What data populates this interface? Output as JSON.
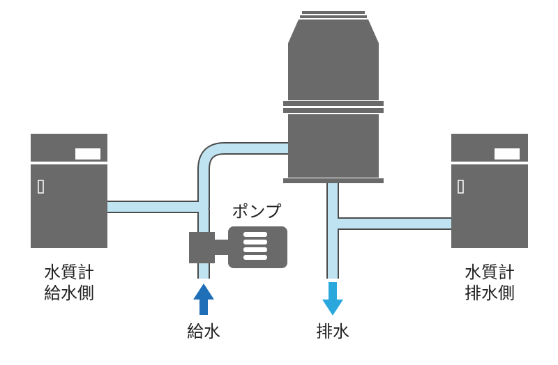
{
  "labels": {
    "meter_supply_line1": "水質計",
    "meter_supply_line2": "給水側",
    "meter_drain_line1": "水質計",
    "meter_drain_line2": "排水側",
    "pump": "ポンプ",
    "supply": "給水",
    "drain": "排水"
  },
  "colors": {
    "equipment": "#6a6a6a",
    "pipe_fill": "#bfe3f1",
    "pipe_outline": "#4a4a4a",
    "supply_arrow": "#1f6fb8",
    "drain_arrow": "#2aa8de"
  }
}
